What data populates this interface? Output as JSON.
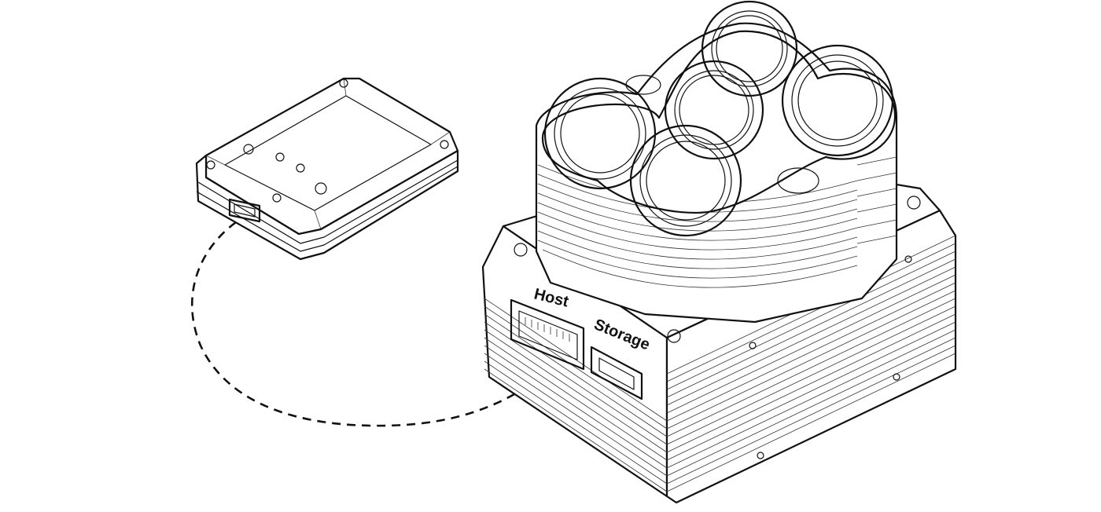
{
  "diagram": {
    "ports": {
      "host_label": "Host",
      "storage_label": "Storage"
    },
    "connection": {
      "style": "dashed",
      "from": "external-module-usb-port",
      "to": "host-port"
    },
    "stroke_color": "#111111",
    "background_color": "#ffffff"
  }
}
